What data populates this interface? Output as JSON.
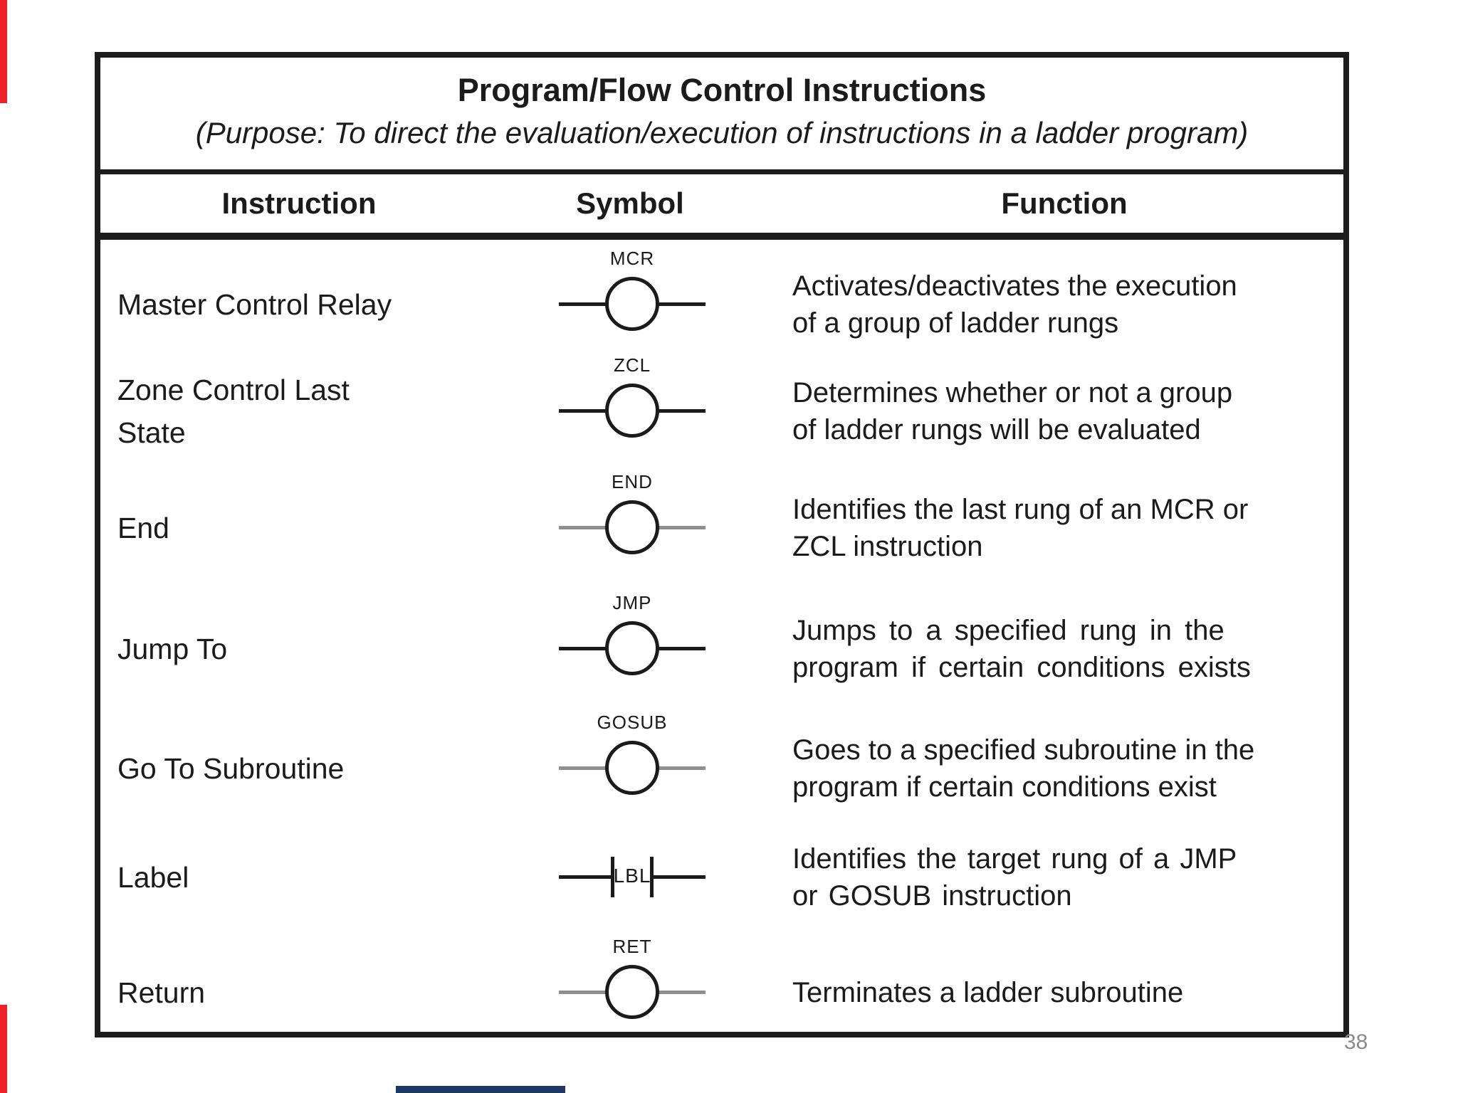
{
  "page_number": "38",
  "markers": {
    "top_left_color": "#ee2128",
    "bottom_left_color": "#ee2128",
    "bottom_strip_color": "#1f3864"
  },
  "table": {
    "title": "Program/Flow Control Instructions",
    "subtitle": "(Purpose: To direct the evaluation/execution of instructions in a ladder program)",
    "headers": {
      "instruction": "Instruction",
      "symbol": "Symbol",
      "function": "Function"
    },
    "rows": [
      {
        "instruction": "Master Control Relay",
        "symbol_label": "MCR",
        "symbol_type": "coil",
        "line_color": "#1b1b1b",
        "function": "Activates/deactivates the execution\nof a group of ladder rungs"
      },
      {
        "instruction": "Zone Control Last\nState",
        "symbol_label": "ZCL",
        "symbol_type": "coil",
        "line_color": "#1b1b1b",
        "function": "Determines whether or not a group\nof ladder rungs will be evaluated"
      },
      {
        "instruction": "End",
        "symbol_label": "END",
        "symbol_type": "coil",
        "line_color": "#8f8f8f",
        "function": "Identifies the last rung of an MCR or\nZCL instruction"
      },
      {
        "instruction": "Jump To",
        "symbol_label": "JMP",
        "symbol_type": "coil",
        "line_color": "#1b1b1b",
        "function": "Jumps to a specified rung in the\nprogram if certain conditions exists"
      },
      {
        "instruction": "Go To Subroutine",
        "symbol_label": "GOSUB",
        "symbol_type": "coil",
        "line_color": "#8f8f8f",
        "function": "Goes to a specified subroutine in the\nprogram if certain conditions exist"
      },
      {
        "instruction": "Label",
        "symbol_label": "LBL",
        "symbol_type": "contact",
        "line_color": "#1b1b1b",
        "function": "Identifies the target rung of a JMP\nor GOSUB instruction"
      },
      {
        "instruction": "Return",
        "symbol_label": "RET",
        "symbol_type": "coil",
        "line_color": "#8f8f8f",
        "function": "Terminates a ladder subroutine"
      }
    ]
  }
}
